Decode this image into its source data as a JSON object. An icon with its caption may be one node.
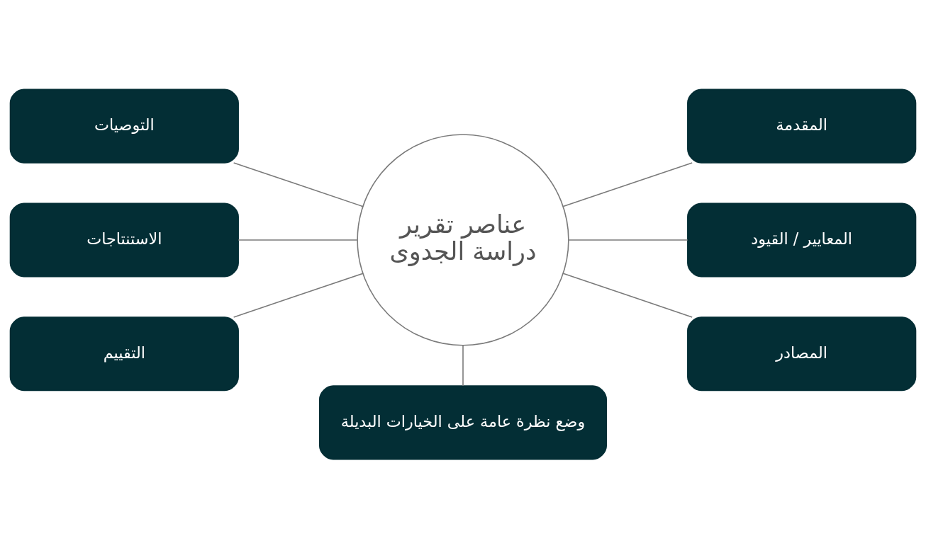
{
  "diagram": {
    "nodes": [
      {
        "text": [
          "عناصر تقرير دراسة الجدوى"
        ]
      },
      {
        "text": [
          "المقدمة"
        ]
      },
      {
        "text": [
          "المعايير / القيود"
        ]
      },
      {
        "text": [
          "المصادر"
        ]
      },
      {
        "text": [
          "وضع نظرة عامة على الخيارات البديلة"
        ]
      },
      {
        "text": [
          "التوصيات"
        ]
      },
      {
        "text": [
          "الاستنتاجات"
        ]
      },
      {
        "text": [
          "التقييم"
        ]
      }
    ],
    "edges": [
      {
        "from": 0,
        "to": 1,
        "arrow": "none"
      },
      {
        "from": 0,
        "to": 2,
        "arrow": "none"
      },
      {
        "from": 0,
        "to": 3,
        "arrow": "none"
      },
      {
        "from": 0,
        "to": 4,
        "arrow": "none"
      },
      {
        "from": 5,
        "to": 0,
        "arrow": "none"
      },
      {
        "from": 6,
        "to": 0,
        "arrow": "none"
      },
      {
        "from": 7,
        "to": 0,
        "arrow": "none"
      }
    ]
  }
}
